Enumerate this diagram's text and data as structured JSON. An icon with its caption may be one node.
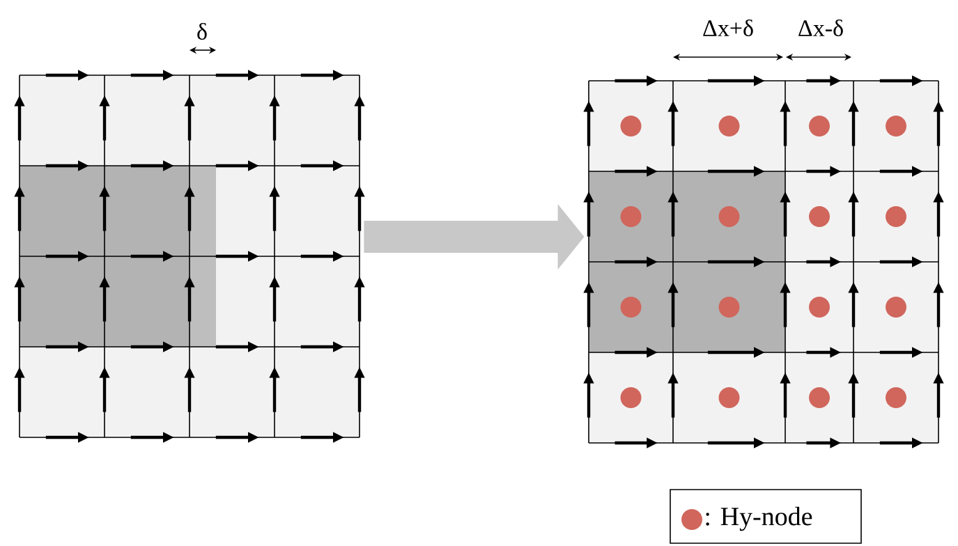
{
  "diagram": {
    "nodes": [
      {
        "text": [],
        "shape": "grid"
      },
      {
        "text": [],
        "shape": "grid"
      }
    ],
    "edges": [
      {
        "from": 0,
        "to": 1,
        "arrow": "to"
      }
    ],
    "labels": [
      "δ",
      "Δx+δ",
      "Δx-δ"
    ],
    "legend": [
      {
        "text": ": Hy-node",
        "color": "#d0665c"
      }
    ]
  }
}
